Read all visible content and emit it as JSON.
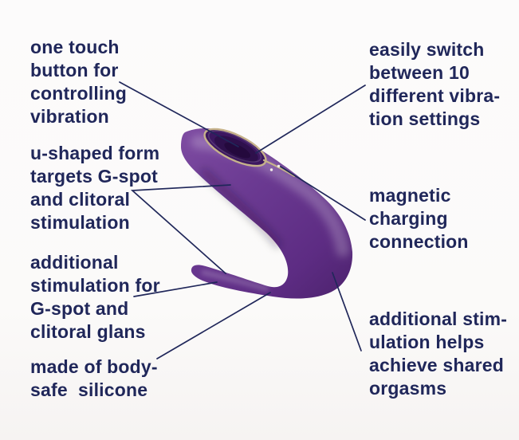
{
  "diagram_title": "couples vibrator feature diagram",
  "background_color": "#FBFAF9",
  "text_color": "#20275A",
  "callout_line_color": "#20275A",
  "device": {
    "name": "u-shaped couples vibrator",
    "body_color": "#6B3A92",
    "body_highlight_color": "#8A58AC",
    "body_shadow_color": "#471F66",
    "button_ring_color": "#C6B28A",
    "button_face_color": "#3C1760",
    "charging_dot_color": "#F4EFEA"
  },
  "labels": [
    {
      "id": "one-touch-button",
      "text": "one touch\nbutton for\ncontrolling\nvibration"
    },
    {
      "id": "u-shaped-form",
      "text": "u-shaped form\ntargets G-spot\nand clitoral\nstimulation"
    },
    {
      "id": "additional-stimulation",
      "text": "additional\nstimulation for\nG-spot and\nclitoral glans"
    },
    {
      "id": "body-safe-silicone",
      "text": "made of body-\nsafe  silicone"
    },
    {
      "id": "vibration-settings",
      "text": "easily switch\nbetween 10\ndifferent vibra-\ntion settings"
    },
    {
      "id": "magnetic-charging",
      "text": "magnetic\ncharging\nconnection"
    },
    {
      "id": "shared-orgasms",
      "text": "additional stim-\nulation helps\nachieve shared\norgasms"
    }
  ]
}
